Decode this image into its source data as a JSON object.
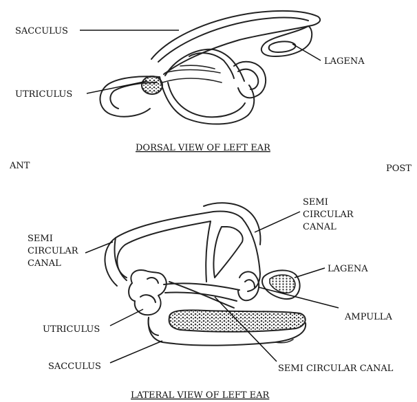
{
  "dorsal_view": {
    "caption": "DORSAL VIEW OF LEFT EAR",
    "labels": {
      "sacculus": "SACCULUS",
      "lagena": "LAGENA",
      "utriculus": "UTRICULUS"
    }
  },
  "orientation": {
    "anterior": "ANT",
    "posterior": "POST"
  },
  "lateral_view": {
    "caption": "LATERAL VIEW OF LEFT EAR",
    "labels": {
      "left_canal_line1": "SEMI",
      "left_canal_line2": "CIRCULAR",
      "left_canal_line3": "CANAL",
      "top_canal_line1": "SEMI",
      "top_canal_line2": "CIRCULAR",
      "top_canal_line3": "CANAL",
      "lagena": "LAGENA",
      "ampulla": "AMPULLA",
      "utriculus": "UTRICULUS",
      "sacculus": "SACCULUS",
      "bottom_canal": "SEMI CIRCULAR CANAL"
    }
  },
  "colors": {
    "ink": "#222222",
    "background": "#ffffff"
  }
}
